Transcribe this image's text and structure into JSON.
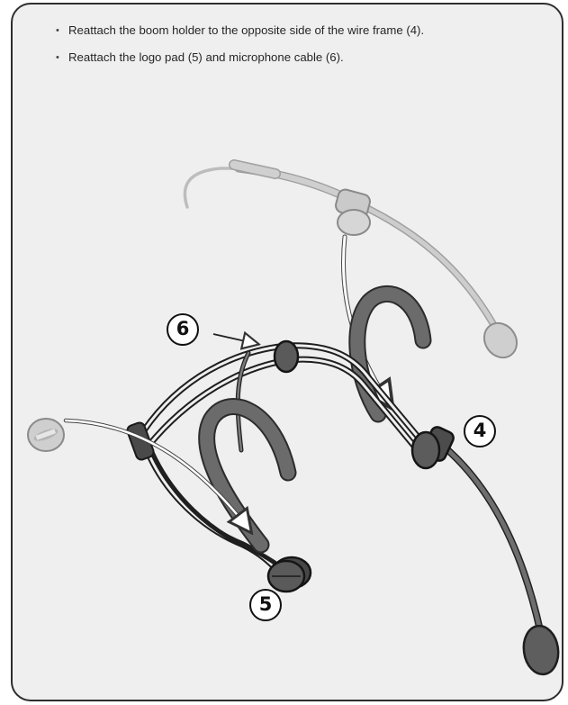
{
  "instructions": [
    "Reattach the boom holder to the opposite side of the wire frame (4).",
    "Reattach the logo pad (5) and microphone cable (6)."
  ],
  "callouts": {
    "boom_holder": "4",
    "logo_pad": "5",
    "cable": "6"
  },
  "colors": {
    "panel_background": "#efefef",
    "panel_border": "#2e2e2e",
    "part_dark": "#5e5e5e",
    "part_ghost": "#c4c4c4"
  }
}
